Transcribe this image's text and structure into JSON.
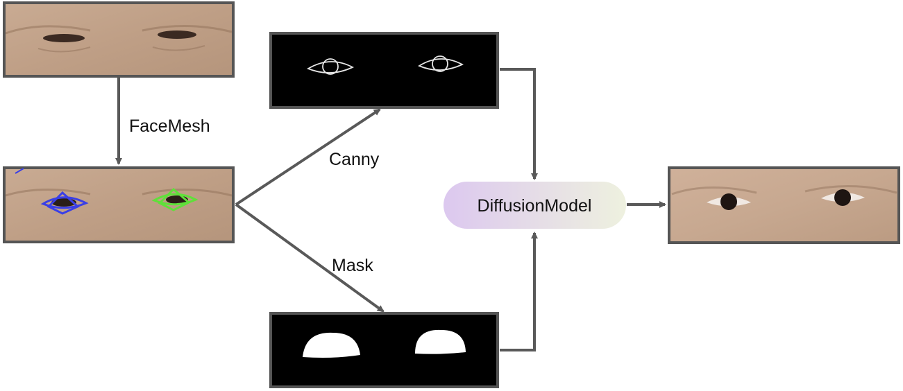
{
  "labels": {
    "facemesh": "FaceMesh",
    "canny": "Canny",
    "mask": "Mask",
    "model": "DiffusionModel"
  },
  "colors": {
    "frame": "#555555",
    "arrow": "#595959",
    "skin_light": "#c8a990",
    "skin_dark": "#a98a71",
    "mesh_left": "#3a3fe6",
    "mesh_right": "#5fe03a",
    "model_gradient_start": "#dcc8ef",
    "model_gradient_end": "#eef1df"
  },
  "icons": {
    "input_photo": "eyes-photo-input",
    "mesh_photo": "eyes-photo-facemesh",
    "canny_map": "canny-edge-map",
    "mask_map": "eye-mask-map",
    "output_photo": "eyes-photo-output"
  }
}
